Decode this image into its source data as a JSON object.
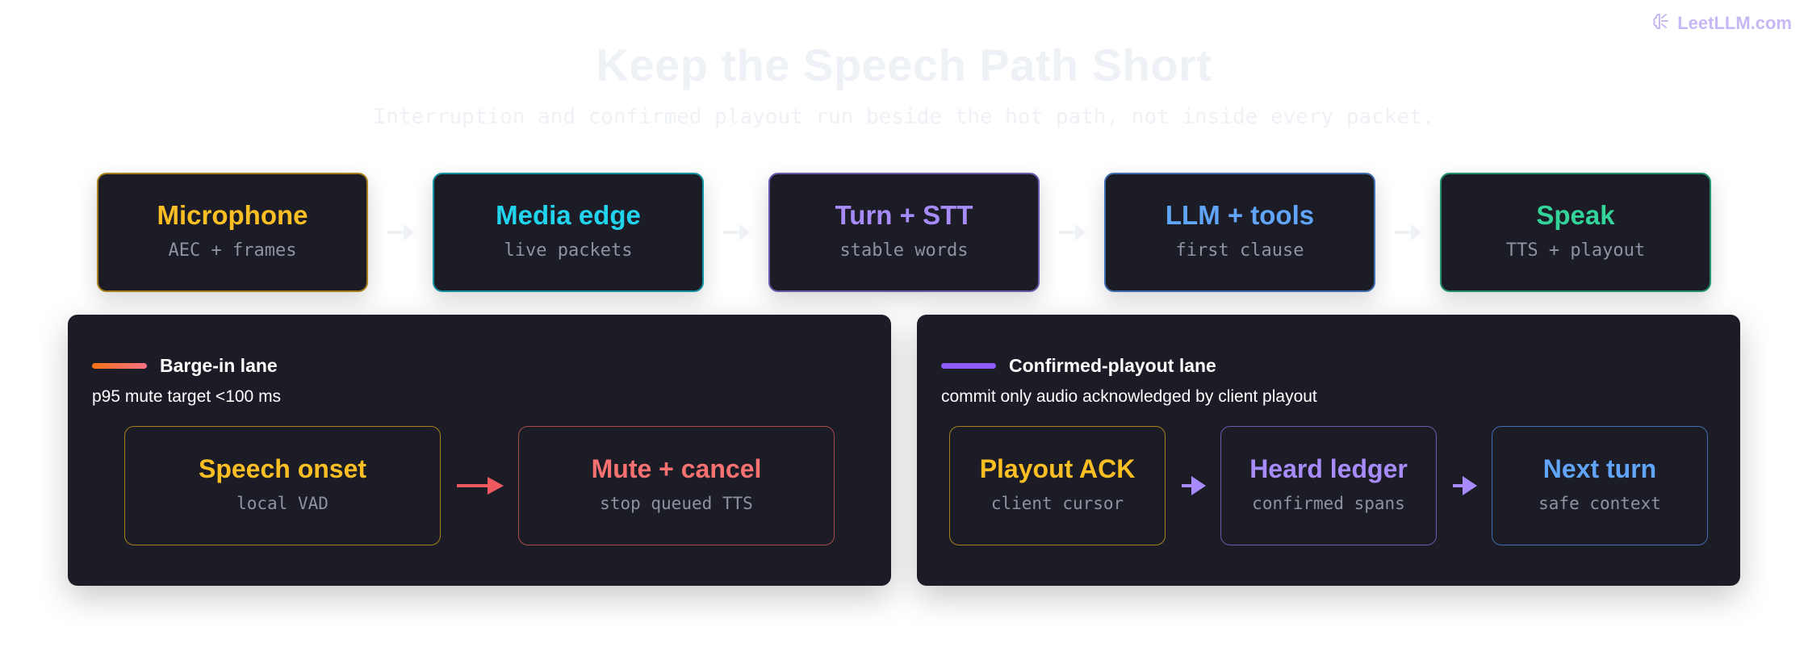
{
  "brand": {
    "label": "LeetLLM.com",
    "icon": "brain-icon",
    "color": "#c7b8f5"
  },
  "title": "Keep the Speech Path Short",
  "subtitle": "Interruption and confirmed playout run beside the hot path, not inside every packet.",
  "pipeline": [
    {
      "name": "Microphone",
      "desc": "AEC + frames",
      "color": "#fbbf24",
      "border": "#a7801c"
    },
    {
      "name": "Media edge",
      "desc": "live packets",
      "color": "#22d3ee",
      "border": "#1593a6"
    },
    {
      "name": "Turn + STT",
      "desc": "stable words",
      "color": "#a78bfa",
      "border": "#6d5bb0"
    },
    {
      "name": "LLM + tools",
      "desc": "first clause",
      "color": "#60a5fa",
      "border": "#3f6fb0"
    },
    {
      "name": "Speak",
      "desc": "TTS + playout",
      "color": "#34d399",
      "border": "#22936a"
    }
  ],
  "barge_lane": {
    "title": "Barge-in lane",
    "note": "p95 mute target <100 ms",
    "bar_from": "#f97316",
    "bar_to": "#fb7185",
    "arrow_color": "#f0595f",
    "steps": [
      {
        "name": "Speech onset",
        "desc": "local VAD",
        "color": "#fbbf24",
        "border": "#a7801c"
      },
      {
        "name": "Mute + cancel",
        "desc": "stop queued TTS",
        "color": "#f87171",
        "border": "#a94b4b"
      }
    ]
  },
  "playout_lane": {
    "title": "Confirmed-playout lane",
    "note": "commit only audio acknowledged by client playout",
    "bar_color": "#8b5cf6",
    "arrow_color": "#a78bfa",
    "steps": [
      {
        "name": "Playout ACK",
        "desc": "client cursor",
        "color": "#fbbf24",
        "border": "#a7801c"
      },
      {
        "name": "Heard ledger",
        "desc": "confirmed spans",
        "color": "#a78bfa",
        "border": "#6d5bb0"
      },
      {
        "name": "Next turn",
        "desc": "safe context",
        "color": "#60a5fa",
        "border": "#3f6fb0"
      }
    ]
  }
}
